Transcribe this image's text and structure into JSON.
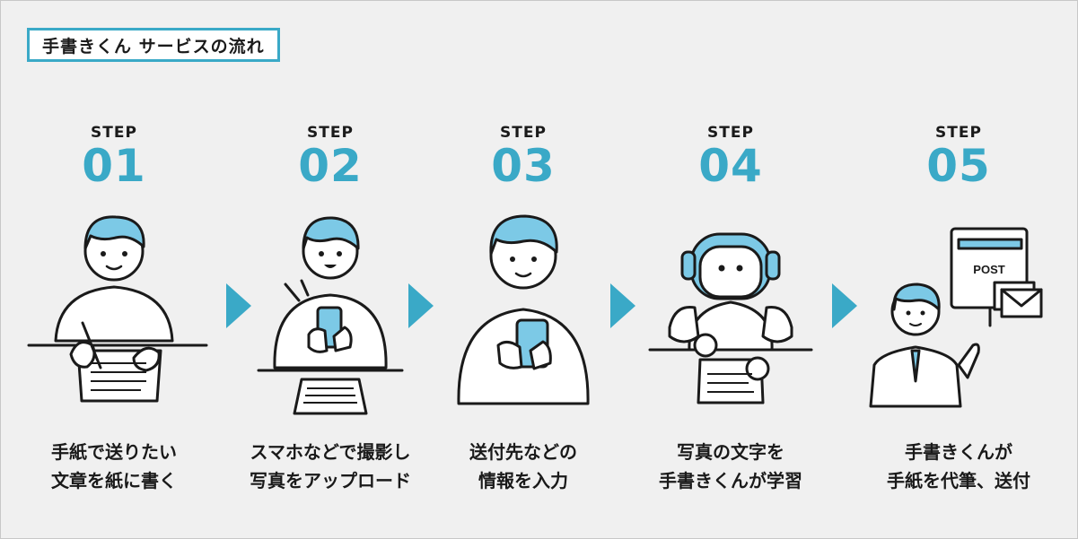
{
  "title": "手書きくん サービスの流れ",
  "colors": {
    "accent": "#3aa9c7",
    "hair": "#7cc9e6",
    "line": "#1a1a1a",
    "background": "#f0f0f0"
  },
  "steps": [
    {
      "label": "STEP",
      "number": "01",
      "line1": "手紙で送りたい",
      "line2": "文章を紙に書く"
    },
    {
      "label": "STEP",
      "number": "02",
      "line1": "スマホなどで撮影し",
      "line2": "写真をアップロード"
    },
    {
      "label": "STEP",
      "number": "03",
      "line1": "送付先などの",
      "line2": "情報を入力"
    },
    {
      "label": "STEP",
      "number": "04",
      "line1": "写真の文字を",
      "line2": "手書きくんが学習"
    },
    {
      "label": "STEP",
      "number": "05",
      "line1": "手書きくんが",
      "line2": "手紙を代筆、送付"
    }
  ],
  "post_label": "POST"
}
